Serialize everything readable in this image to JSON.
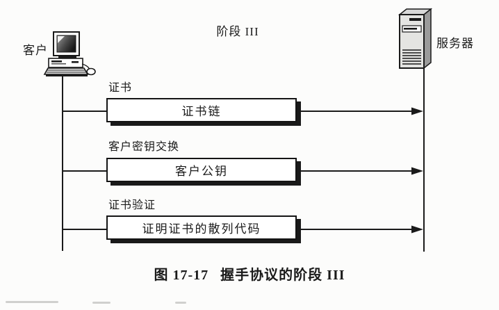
{
  "diagram": {
    "phase_label": "阶段 III",
    "actors": {
      "client": "客户",
      "server": "服务器"
    },
    "messages": [
      {
        "label": "证书",
        "payload": "证书链"
      },
      {
        "label": "客户密钥交换",
        "payload": "客户公钥"
      },
      {
        "label": "证书验证",
        "payload": "证明证书的散列代码"
      }
    ],
    "caption": {
      "figure_no": "图 17-17",
      "title": "握手协议的阶段 III"
    }
  },
  "colors": {
    "ink": "#1a1a1a",
    "paper": "#fcfcfb",
    "box_fill": "#ffffff",
    "box_shadow": "#1a1a1a"
  }
}
